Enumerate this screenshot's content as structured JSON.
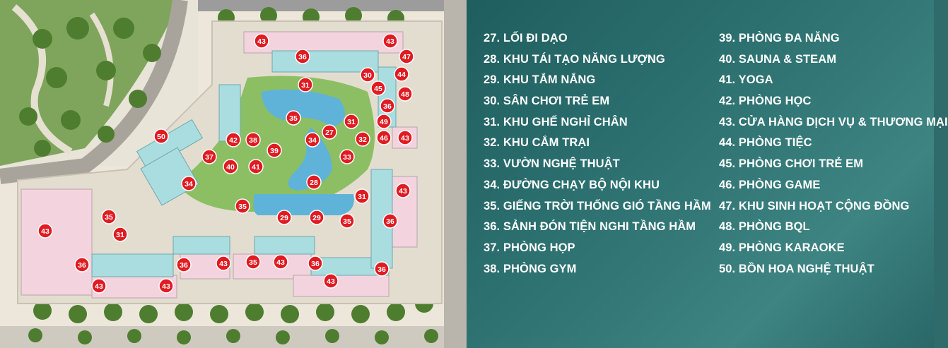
{
  "legend": {
    "left": [
      "27. LỐI ĐI DẠO",
      "28. KHU TÁI TẠO NĂNG LƯỢNG",
      "29. KHU TẮM NẮNG",
      "30. SÂN CHƠI TRẺ EM",
      "31. KHU GHẾ NGHỈ CHÂN",
      "32. KHU CẮM TRẠI",
      "33. VƯỜN NGHỆ THUẬT",
      "34. ĐƯỜNG CHẠY BỘ NỘI KHU",
      "35. GIẾNG TRỜI THỐNG GIÓ TẦNG HẦM",
      "36. SẢNH ĐÓN TIỆN NGHI TẦNG HẦM",
      "37. PHÒNG HỌP",
      "38. PHÒNG GYM"
    ],
    "right": [
      "39. PHÒNG ĐA NĂNG",
      "40. SAUNA & STEAM",
      "41. YOGA",
      "42. PHÒNG HỌC",
      "43. CỬA HÀNG DỊCH VỤ & THƯƠNG MẠI",
      "44. PHÒNG TIỆC",
      "45. PHÒNG CHƠI TRẺ EM",
      "46. PHÒNG GAME",
      "47. KHU SINH HOẠT CỘNG ĐỒNG",
      "48. PHÒNG BQL",
      "49. PHÒNG KARAOKE",
      "50. BỒN HOA NGHỆ THUẬT"
    ]
  },
  "map_markers": [
    "43",
    "43",
    "47",
    "36",
    "44",
    "30",
    "31",
    "45",
    "48",
    "36",
    "35",
    "31",
    "27",
    "49",
    "32",
    "46",
    "43",
    "50",
    "42",
    "38",
    "39",
    "34",
    "37",
    "33",
    "40",
    "41",
    "28",
    "34",
    "43",
    "31",
    "35",
    "35",
    "29",
    "29",
    "35",
    "31",
    "36",
    "43",
    "36",
    "43",
    "36",
    "35",
    "43",
    "36",
    "36",
    "43",
    "43",
    "43"
  ],
  "colors": {
    "marker_red": "#e01b22",
    "legend_bg": "#2f7373",
    "legend_text": "#ffffff",
    "building_pink": "#f3d3dd",
    "building_teal": "#a9dde0",
    "water": "#5fb3d9"
  }
}
